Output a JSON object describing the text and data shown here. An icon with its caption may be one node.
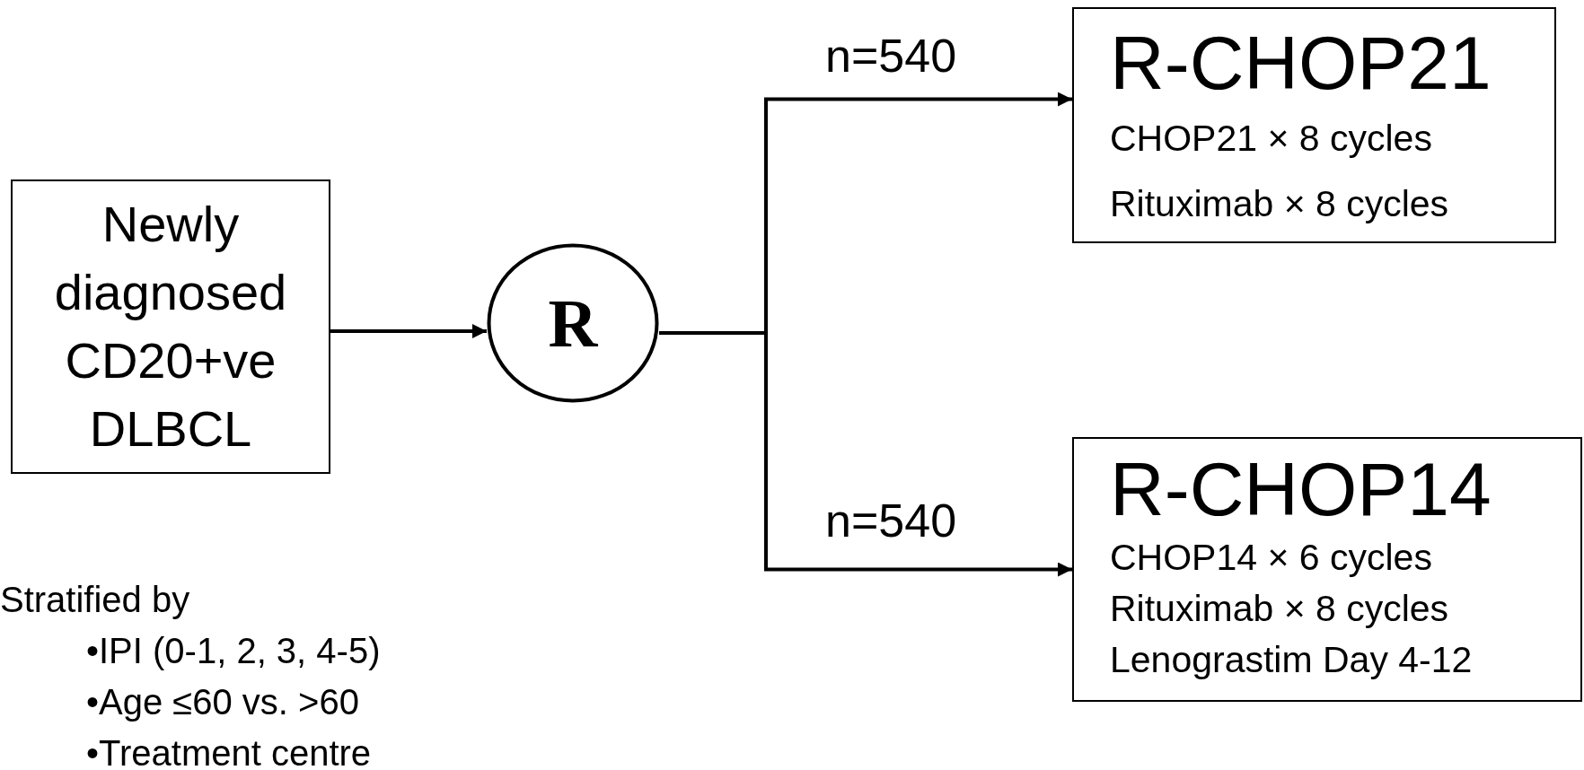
{
  "diagram": {
    "nodes": [
      {
        "text": [
          "Newly diagnosed CD20+ve DLBCL"
        ]
      },
      {
        "text": [
          "R"
        ]
      },
      {
        "text": [
          "R-CHOP21",
          "CHOP21 × 8 cycles",
          "Rituximab × 8 cycles"
        ]
      },
      {
        "text": [
          "R-CHOP14",
          "CHOP14 × 6 cycles",
          "Rituximab × 8 cycles",
          "Lenograstim Day 4-12"
        ]
      }
    ],
    "edges": [
      {
        "from": 0,
        "to": 1,
        "arrow": "to"
      },
      {
        "from": 1,
        "to": 2,
        "arrow": "to",
        "label": "n=540"
      },
      {
        "from": 1,
        "to": 3,
        "arrow": "to",
        "label": "n=540"
      }
    ],
    "labels": [
      "Stratified by",
      "•IPI (0-1, 2, 3, 4-5)",
      "•Age ≤60 vs. >60",
      "•Treatment centre"
    ]
  }
}
